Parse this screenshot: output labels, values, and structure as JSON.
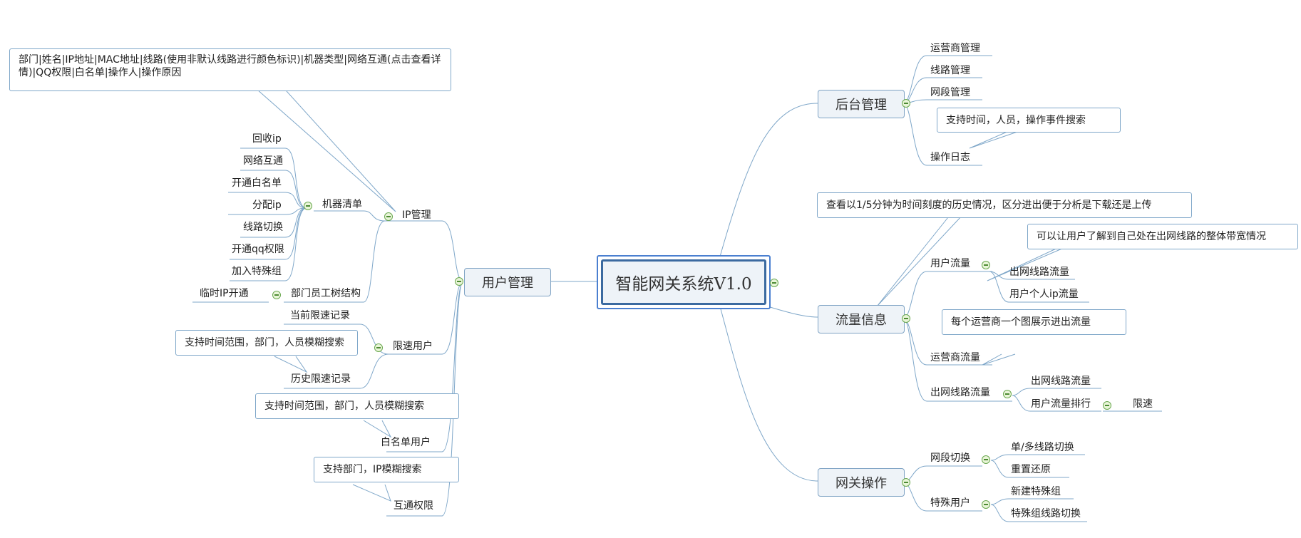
{
  "root": "智能网关系统V1.0",
  "nodes": {
    "backend": "后台管理",
    "carrier_mgmt": "运营商管理",
    "line_mgmt": "线路管理",
    "segment_mgmt": "网段管理",
    "op_log": "操作日志",
    "op_log_note": "支持时间，人员，操作事件搜索",
    "traffic": "流量信息",
    "traffic_note": "查看以1/5分钟为时间刻度的历史情况，区分进出便于分析是下载还是上传",
    "user_traffic": "用户流量",
    "exit_line_traffic_a": "出网线路流量",
    "exit_line_traffic_a_note": "可以让用户了解到自己处在出网线路的整体带宽情况",
    "user_ip_traffic": "用户个人ip流量",
    "carrier_traffic": "运营商流量",
    "carrier_traffic_note": "每个运营商一个图展示进出流量",
    "exit_line_traffic": "出网线路流量",
    "exit_line_traffic_b": "出网线路流量",
    "user_traffic_rank": "用户流量排行",
    "rate_limit": "限速",
    "gateway_ops": "网关操作",
    "segment_switch": "网段切换",
    "single_multi_switch": "单/多线路切换",
    "reset": "重置还原",
    "special_users": "特殊用户",
    "new_special_group": "新建特殊组",
    "special_group_switch": "特殊组线路切换",
    "user_mgmt": "用户管理",
    "ip_mgmt": "IP管理",
    "ip_mgmt_note": "部门|姓名|IP地址|MAC地址|线路(使用非默认线路进行颜色标识)|机器类型|网络互通(点击查看详情)|QQ权限|白名单|操作人|操作原因",
    "machine_list": "机器清单",
    "recycle_ip": "回收ip",
    "network_interconnect": "网络互通",
    "open_whitelist": "开通白名单",
    "assign_ip": "分配ip",
    "line_switch": "线路切换",
    "open_qq": "开通qq权限",
    "join_special_group": "加入特殊组",
    "dept_tree": "部门员工树结构",
    "temp_ip": "临时IP开通",
    "limited_users": "限速用户",
    "current_limit_records": "当前限速记录",
    "history_limit_records": "历史限速记录",
    "history_note": "支持时间范围，部门，人员模糊搜索",
    "whitelist_users": "白名单用户",
    "whitelist_note": "支持时间范围，部门，人员模糊搜索",
    "interconnect_perm": "互通权限",
    "interconnect_note": "支持部门，IP模糊搜索"
  },
  "colors": {
    "line": "#7fa7c9",
    "box_fill": "#eef3f8",
    "collapse": "#6aa84f"
  }
}
